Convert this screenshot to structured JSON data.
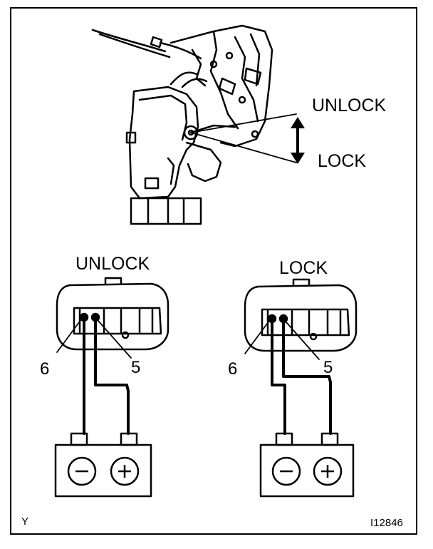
{
  "mechanism": {
    "unlock_label": "UNLOCK",
    "lock_label": "LOCK"
  },
  "left_panel": {
    "title": "UNLOCK",
    "pin_left": "6",
    "pin_right": "5",
    "battery_neg": "−",
    "battery_pos": "+"
  },
  "right_panel": {
    "title": "LOCK",
    "pin_left": "6",
    "pin_right": "5",
    "battery_neg": "−",
    "battery_pos": "+"
  },
  "footer": {
    "corner_code": "Y",
    "figure_id": "I12846"
  }
}
